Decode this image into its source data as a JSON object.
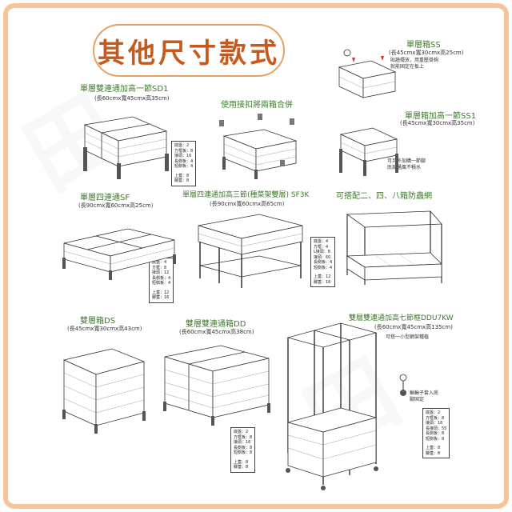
{
  "title": "其他尺寸款式",
  "products": {
    "sd1": {
      "name": "單層雙連通加高一節SD1",
      "dim": "(長60cmx寬45cmx高35cm)"
    },
    "combine": {
      "name": "使用接扣將兩箱合併"
    },
    "ss": {
      "name": "單層箱SS",
      "dim": "(長45cmx寬30cmx高25cm)",
      "note": "貼牆擺放，用重壓掛鉤\n就能固定在板上"
    },
    "ss1": {
      "name": "單層箱加高一節SS1",
      "dim": "(長45cmx寬30cmx高35cm)",
      "note": "可另外加購一節腳\n底部通風不積水"
    },
    "sf": {
      "name": "單層四連通SF",
      "dim": "(長90cmx寬60cmx高25cm)"
    },
    "sf3k": {
      "name": "單層四連通加高三節(種菜架雙層) SF3K",
      "dim": "(長90cmx寬60cmx高65cm)"
    },
    "net": {
      "name": "可搭配二、四、八箱防蟲網"
    },
    "ds": {
      "name": "雙層箱DS",
      "dim": "(長45cmx寬30cmx高43cm)"
    },
    "dd": {
      "name": "雙層雙連通箱DD",
      "dim": "(長60cmx寬45cmx高38cm)"
    },
    "ddu7kw": {
      "name": "雙層雙連通加高七節框DDU7KW",
      "dim": "(長60cmx寬45cmx高135cm)",
      "note": "可搭一小型網架種植",
      "wheel_note": "輪輪子套入底\n腳固定"
    }
  },
  "parts_lists": {
    "sd1": [
      "底盤：2",
      "方框板：8",
      "接頭：16",
      "長側板：4",
      "短側板：4",
      "",
      "上蓋：8",
      "腳蓋：8"
    ],
    "sf": [
      "底盤：4",
      "方框：8",
      "接頭：12",
      "長側板：4",
      "短側板：4",
      "",
      "上蓋：12",
      "腳蓋：16"
    ],
    "sf3k": [
      "底盤：4",
      "方框：4",
      "L接頭：8",
      "接頭：60",
      "長側板：4",
      "短側板：4",
      "",
      "上蓋：12",
      "腳蓋：16"
    ],
    "dd": [
      "底盤：2",
      "方框板：8",
      "接頭：16",
      "長側板：8",
      "短側板：8",
      "",
      "上蓋：8",
      "腳蓋：8"
    ],
    "ddu7kw": [
      "底盤：2",
      "方框板：8",
      "接頭：16",
      "長接頭：55",
      "長側板：8",
      "短側板：8",
      "",
      "上蓋：8",
      "腳蓋：8"
    ]
  }
}
